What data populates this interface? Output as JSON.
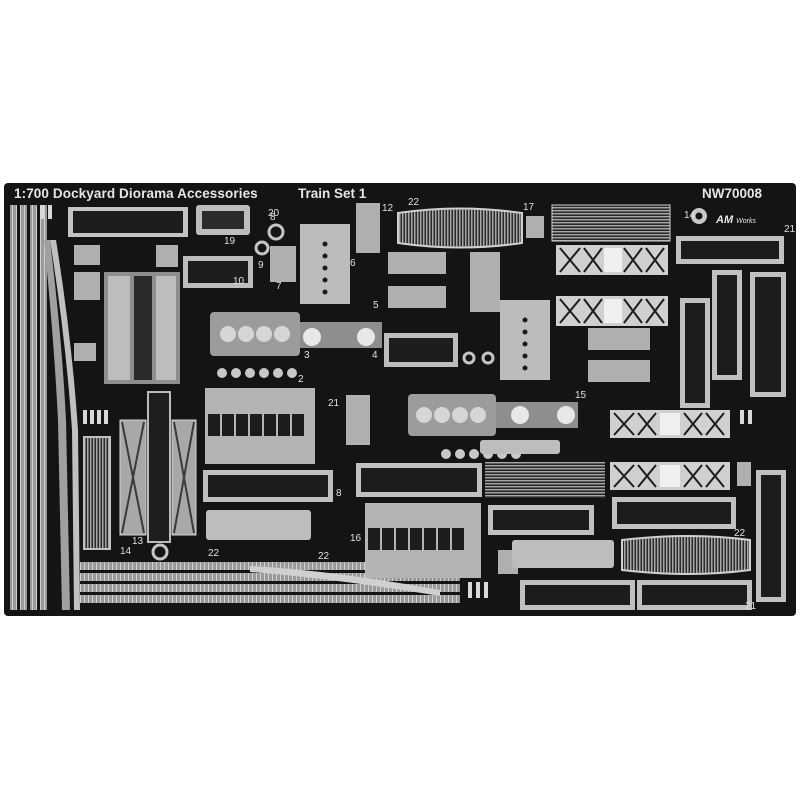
{
  "sheet": {
    "title": "1:700 Dockyard Diorama Accessories",
    "subtitle": "Train Set 1",
    "product_code": "NW70008",
    "brand": "Works",
    "brand_logo": "AM-works-gear-logo",
    "part_numbers": [
      "1",
      "2",
      "3",
      "4",
      "5",
      "6",
      "7",
      "8",
      "9",
      "10",
      "12",
      "13",
      "14",
      "15",
      "16",
      "17",
      "19",
      "20",
      "21",
      "22"
    ],
    "colors": {
      "background": "#ffffff",
      "fret": "#141414",
      "metal": "#b8b8b8",
      "metal_dark": "#8a8a8a",
      "text": "#e6e6e6"
    }
  }
}
